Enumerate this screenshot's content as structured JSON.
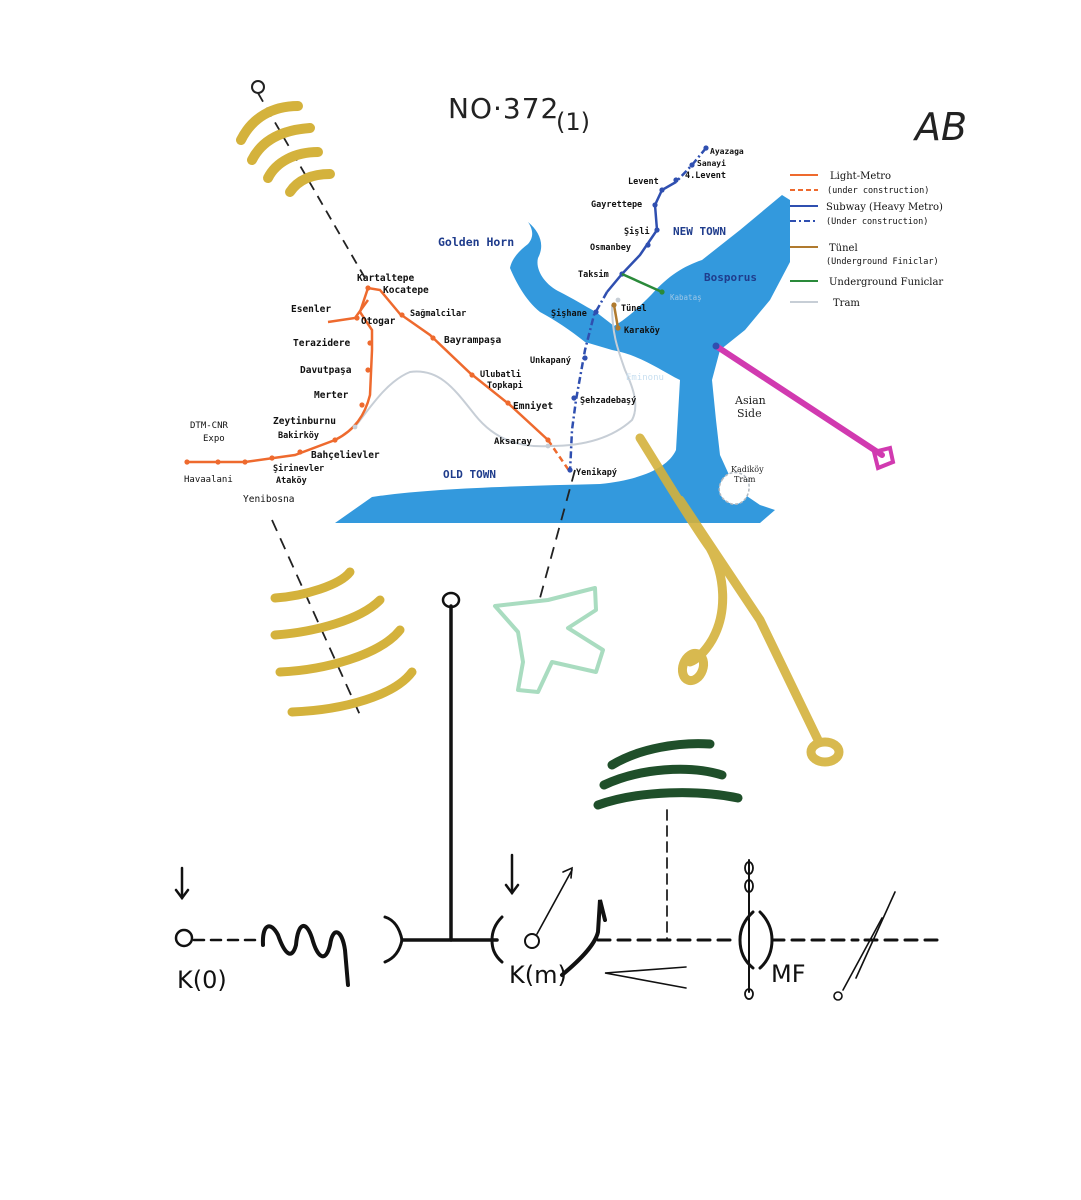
{
  "title": {
    "number": "NO·372",
    "sub": "(1)",
    "initials": "AB"
  },
  "map": {
    "regions": {
      "golden_horn": "Golden Horn",
      "new_town": "NEW TOWN",
      "old_town": "OLD TOWN",
      "bosporus": "Bosporus",
      "asian_side_1": "Asian",
      "asian_side_2": "Side",
      "kadikoy_1": "Kadiköy",
      "kadikoy_2": "Tram"
    },
    "orange_stations": [
      "Kartaltepe",
      "Kocatepe",
      "Esenler",
      "Otogar",
      "Sağmalcilar",
      "Terazidere",
      "Bayrampaşa",
      "Davutpaşa",
      "Ulubatli",
      "Topkapi",
      "Merter",
      "Emniyet",
      "Zeytinburnu",
      "Bakirköy",
      "Aksaray",
      "DTM-CNR",
      "Expo",
      "Bahçelievler",
      "Şirinevler",
      "Ataköy",
      "Havaalani",
      "Yenibosna",
      "Yenikapý"
    ],
    "blue_stations": [
      "Ayazaga",
      "Sanayi",
      "4.Levent",
      "Levent",
      "Gayrettepe",
      "Şişli",
      "Osmanbey",
      "Taksim",
      "Şişhane",
      "Unkapaný",
      "Şehzadebaşý"
    ],
    "other_stations": [
      "Tünel",
      "Karaköy",
      "Eminonu",
      "Kabataş"
    ]
  },
  "legend": [
    {
      "label": "Light-Metro",
      "color": "#ee6a2e",
      "style": "solid"
    },
    {
      "label": "(under construction)",
      "color": "#ee6a2e",
      "style": "dashed"
    },
    {
      "label": "Subway (Heavy Metro)",
      "color": "#2f4fb0",
      "style": "solid"
    },
    {
      "label": "(Under construction)",
      "color": "#2f4fb0",
      "style": "dashdot"
    },
    {
      "label": "Tünel",
      "color": "#b07a2e",
      "style": "solid"
    },
    {
      "label": "(Underground Finiclar)",
      "color": "",
      "style": "none"
    },
    {
      "label": "Underground Funiclar",
      "color": "#2a8a3a",
      "style": "solid"
    },
    {
      "label": "Tram",
      "color": "#bcc4cc",
      "style": "solid"
    }
  ],
  "colors": {
    "water": "#3399dd",
    "mustard": "#d4b23c",
    "magenta": "#d13ab0",
    "mint": "#a9dcc0",
    "darkgreen": "#1f4f2a",
    "ink": "#111111"
  },
  "notation": {
    "k0": "K(0)",
    "km": "K(m)",
    "mf": "MF"
  }
}
